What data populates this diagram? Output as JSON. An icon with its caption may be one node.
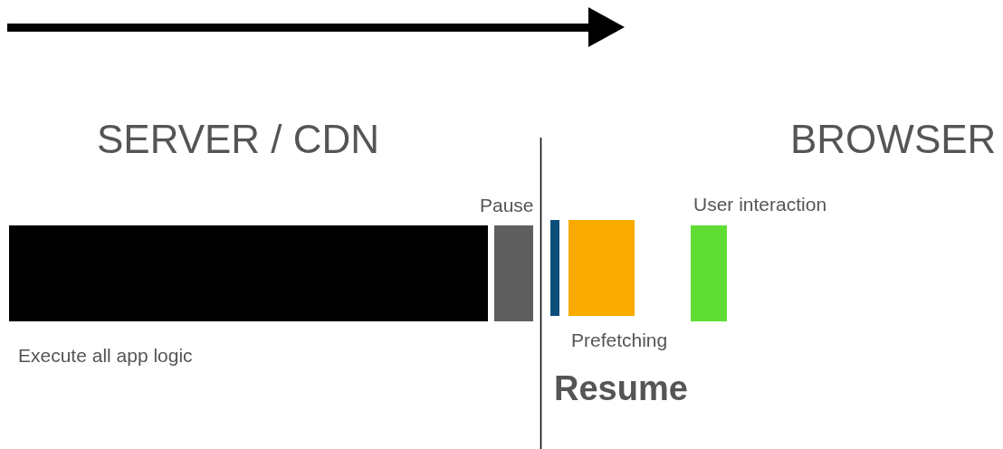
{
  "diagram": {
    "nodes": [
      {
        "text": [],
        "shape": "bar",
        "beside": [
          "Execute all app logic"
        ]
      },
      {
        "text": [],
        "shape": "bar",
        "beside": [
          "Pause"
        ]
      },
      {
        "text": [],
        "shape": "bar"
      },
      {
        "text": [],
        "shape": "bar",
        "beside": [
          "Prefetching"
        ]
      },
      {
        "text": [],
        "shape": "bar",
        "beside": [
          "User interaction"
        ]
      }
    ],
    "edges": [],
    "labels": [
      "SERVER / CDN",
      "BROWSER",
      "Resume"
    ]
  }
}
